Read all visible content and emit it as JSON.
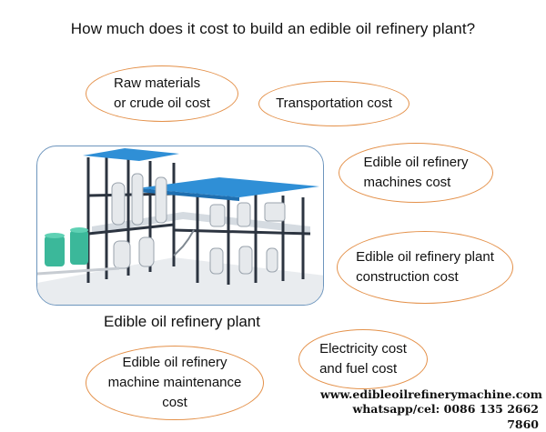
{
  "title": "How much does it cost to build an edible oil refinery plant?",
  "plant_caption": "Edible oil refinery plant",
  "bubbles": {
    "raw": "Raw materials\nor crude oil cost",
    "transport": "Transportation cost",
    "machines": "Edible oil refinery\nmachines cost",
    "construction": "Edible oil refinery plant\nconstruction cost",
    "electricity": "Electricity cost\nand fuel cost",
    "maintenance": "Edible oil refinery\nmachine maintenance\ncost"
  },
  "footer": {
    "website": "www.edibleoilrefinerymachine.com",
    "contact": "whatsapp/cel: 0086 135 2662 7860"
  },
  "colors": {
    "bubble_border": "#e4914a",
    "frame_border": "#6d95bd",
    "roof": "#2f8fd6",
    "tank": "#3bb89a"
  }
}
